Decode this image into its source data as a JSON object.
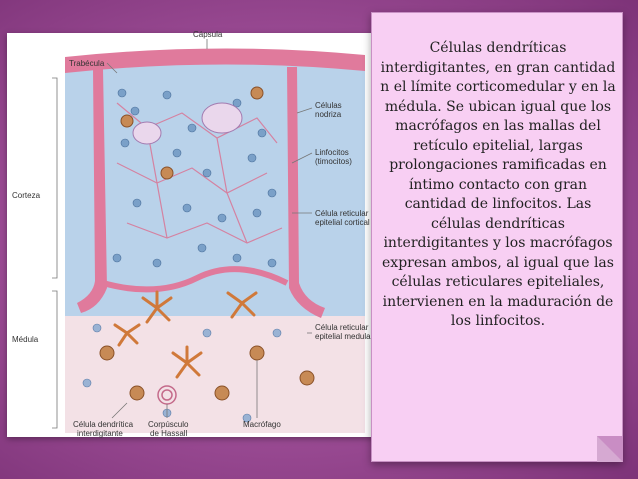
{
  "figure": {
    "labels": {
      "capsula": "Cápsula",
      "trabecula": "Trabécula",
      "celulas_nodriza_1": "Células",
      "celulas_nodriza_2": "nodriza",
      "linfocitos_1": "Linfocitos",
      "linfocitos_2": "(timocitos)",
      "cel_ret_cortical_1": "Célula reticular",
      "cel_ret_cortical_2": "epitelial cortical",
      "corteza": "Corteza",
      "medula": "Médula",
      "cel_ret_medular_1": "Célula reticular",
      "cel_ret_medular_2": "epitelial medular",
      "dendritica_1": "Célula dendrítica",
      "dendritica_2": "interdigitante",
      "hassall_1": "Corpúsculo",
      "hassall_2": "de Hassall",
      "macrofago": "Macrófago"
    }
  },
  "card": {
    "text": "Células dendríticas interdigitantes, en gran cantidad n el límite corticomedular y en la médula. Se ubican igual que los macrófagos en las mallas del retículo epitelial, largas prolongaciones ramificadas en íntimo contacto con  gran cantidad de linfocitos. Las células dendríticas interdigitantes y los macrófagos expresan ambos, al igual que las células reticulares epiteliales, intervienen en la maduración de los linfocitos."
  },
  "colors": {
    "background": "#9b4f96",
    "card": "#f8cff3",
    "cortex": "#b9d2ea",
    "capsule": "#e07a9c"
  }
}
